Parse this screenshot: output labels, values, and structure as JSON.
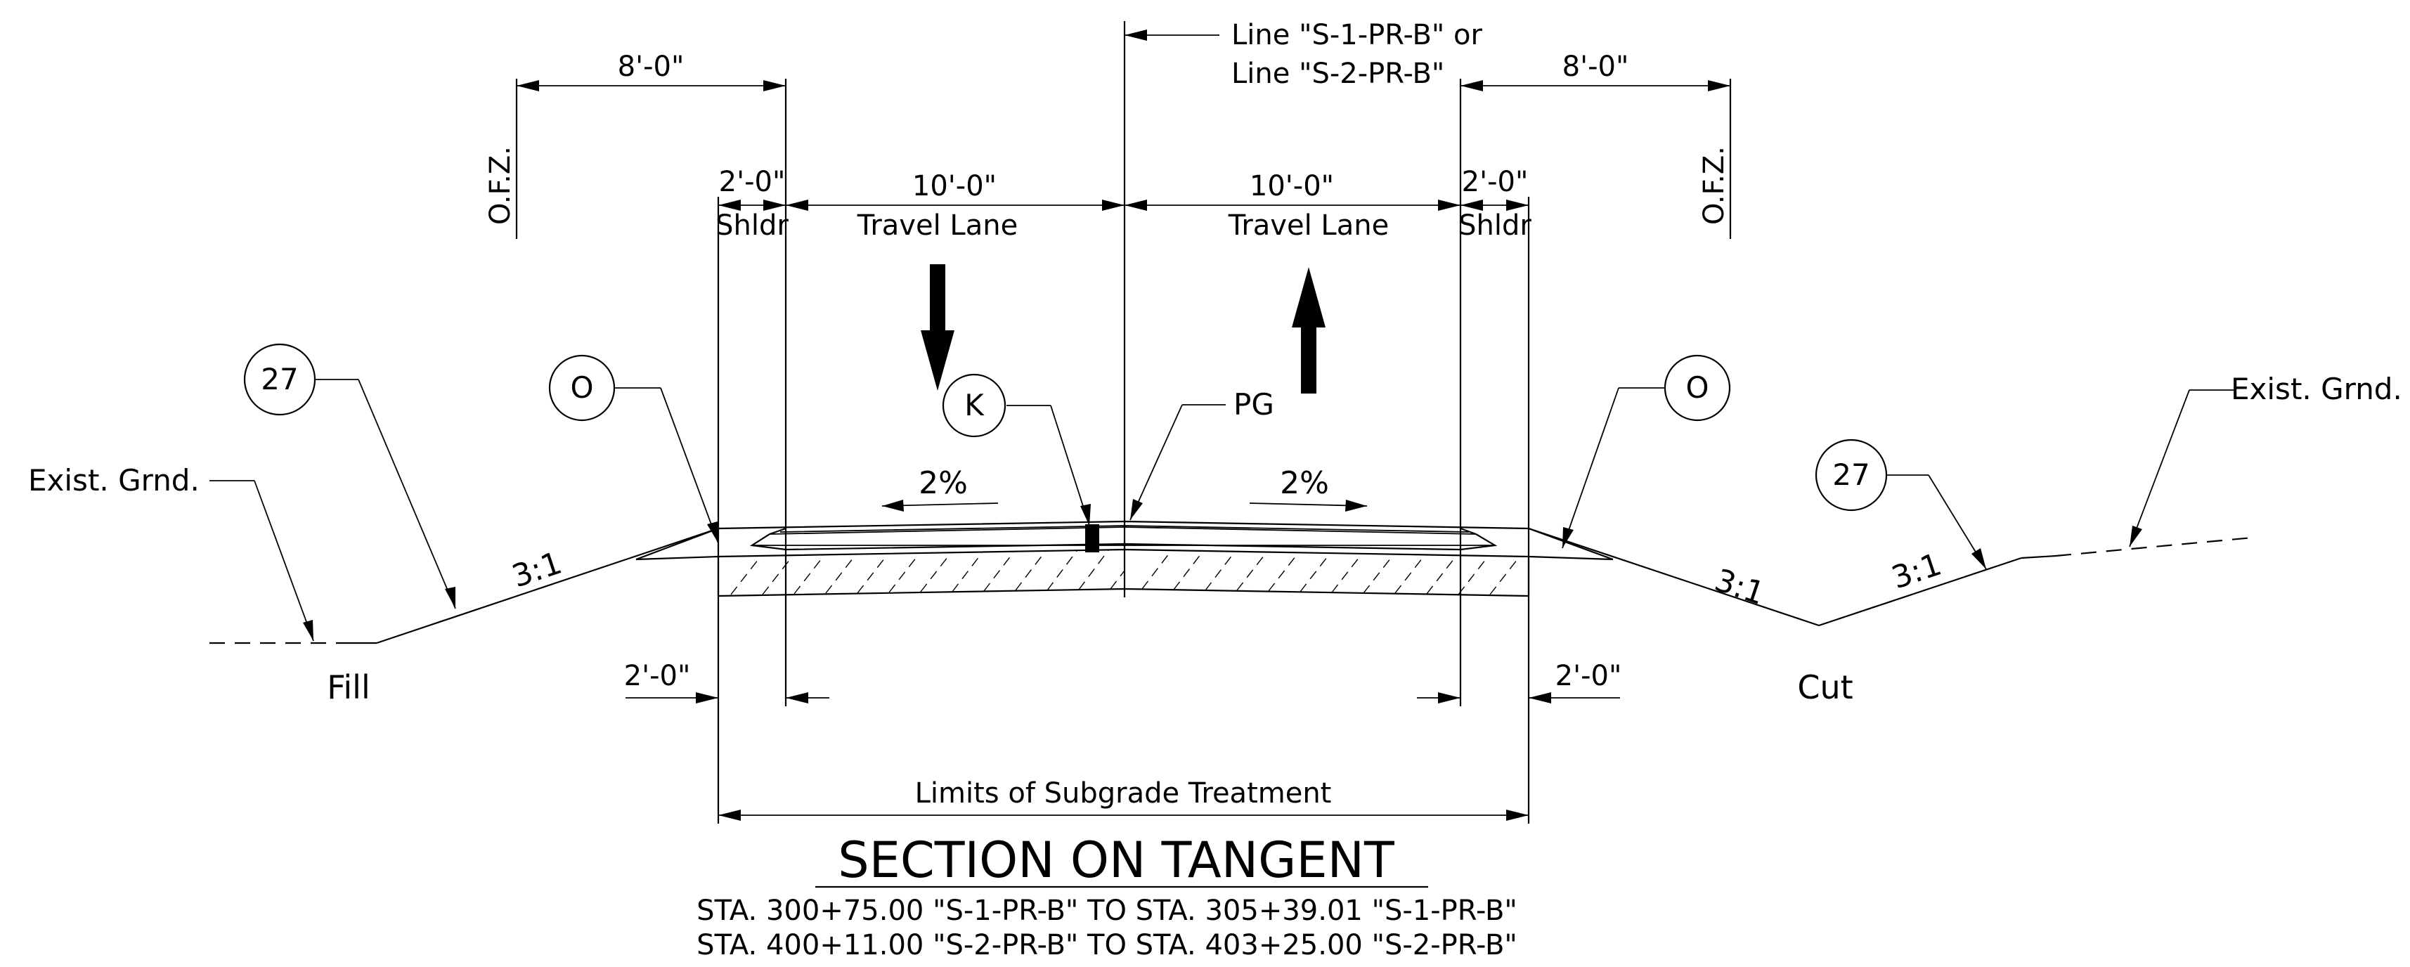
{
  "centerline_label_1": "Line \"S-1-PR-B\" or",
  "centerline_label_2": "Line \"S-2-PR-B\"",
  "ofz": "O.F.Z.",
  "dim_8ft": "8'-0\"",
  "dim_2ft": "2'-0\"",
  "dim_10ft": "10'-0\"",
  "shoulder": "Shldr",
  "travel_lane": "Travel Lane",
  "callout_27": "27",
  "callout_O": "O",
  "callout_K": "K",
  "pg": "PG",
  "exist_grnd": "Exist. Grnd.",
  "slope_pct": "2%",
  "slope_ratio": "3:1",
  "fill": "Fill",
  "cut": "Cut",
  "subgrade_limits": "Limits of Subgrade Treatment",
  "title": "SECTION ON TANGENT",
  "station_1": "STA. 300+75.00 \"S-1-PR-B\" TO STA. 305+39.01 \"S-1-PR-B\"",
  "station_2": "STA. 400+11.00 \"S-2-PR-B\" TO STA. 403+25.00 \"S-2-PR-B\""
}
